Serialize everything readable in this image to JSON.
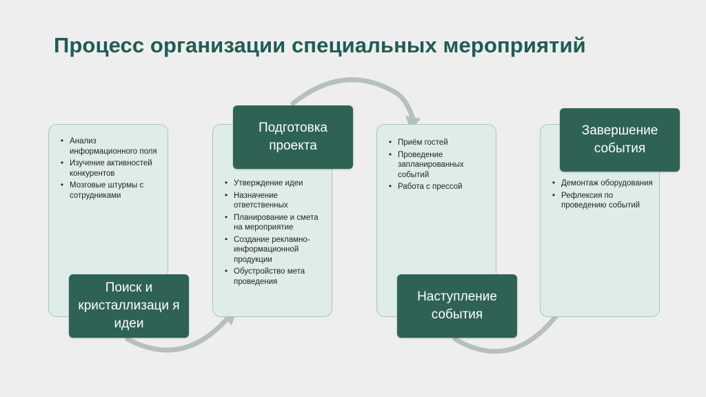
{
  "title": "Процесс организации специальных мероприятий",
  "colors": {
    "title": "#1f5c52",
    "box": "#2e6255",
    "panel": "#dfede9",
    "panel_border": "#a9c4bd",
    "arrow": "#b6c0bc"
  },
  "stages": [
    {
      "label": "Поиск и кристаллизаци я идеи",
      "items": [
        "Анализ информационного поля",
        "Изучение активностей конкурентов",
        "Мозговые штурмы с сотрудниками"
      ]
    },
    {
      "label": "Подготовка проекта",
      "items": [
        "Утверждение идеи",
        "Назначение ответственных",
        "Планирование и смета на мероприятие",
        "Создание рекламно-информационной продукции",
        "Обустройство мета проведения"
      ]
    },
    {
      "label": "Наступление события",
      "items": [
        "Приём гостей",
        "Проведение запланированных событий",
        "Работа с прессой"
      ]
    },
    {
      "label": "Завершение события",
      "items": [
        "Демонтаж оборудования",
        "Рефлексия по проведению событий"
      ]
    }
  ]
}
